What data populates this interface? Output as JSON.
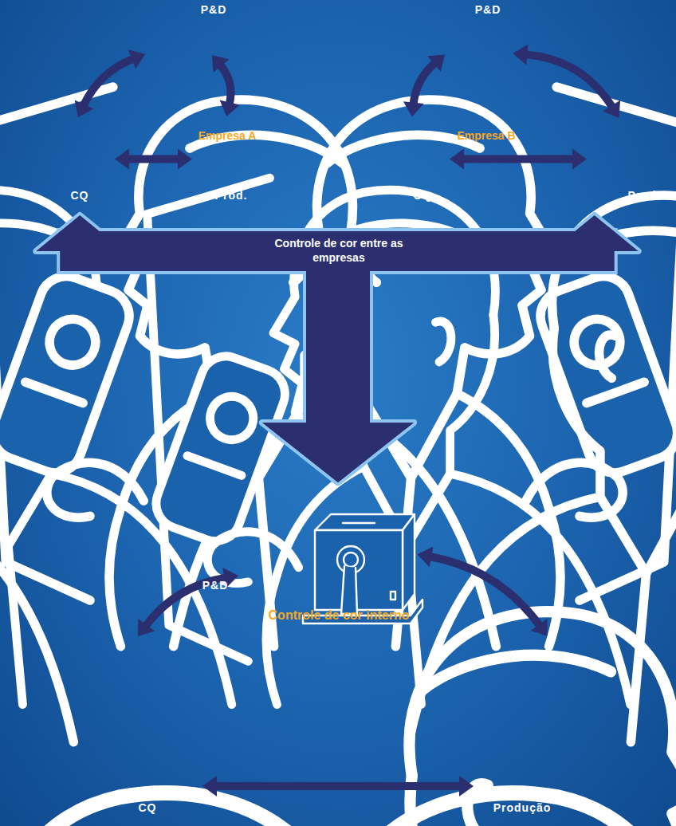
{
  "diagram": {
    "nodes": [
      {
        "text": [
          "Empresa A"
        ]
      },
      {
        "text": [
          "P&D"
        ],
        "in": 0
      },
      {
        "text": [
          "CQ"
        ],
        "in": 0
      },
      {
        "text": [
          "Prod."
        ],
        "in": 0
      },
      {
        "text": [
          "Empresa B"
        ]
      },
      {
        "text": [
          "P&D"
        ],
        "in": 4
      },
      {
        "text": [
          "CQ"
        ],
        "in": 4
      },
      {
        "text": [
          "Prod."
        ],
        "in": 4
      },
      {
        "text": [
          "Controle de cor interno"
        ]
      },
      {
        "text": [
          "P&D"
        ],
        "in": 8
      },
      {
        "text": [
          "CQ"
        ],
        "in": 8
      },
      {
        "text": [
          "Produção"
        ],
        "in": 8
      }
    ],
    "edges": [
      {
        "from": 1,
        "to": 2,
        "arrow": "both"
      },
      {
        "from": 1,
        "to": 3,
        "arrow": "both"
      },
      {
        "from": 2,
        "to": 3,
        "arrow": "both"
      },
      {
        "from": 5,
        "to": 6,
        "arrow": "both"
      },
      {
        "from": 5,
        "to": 7,
        "arrow": "both"
      },
      {
        "from": 6,
        "to": 7,
        "arrow": "both"
      },
      {
        "from": 0,
        "to": 8,
        "label": "Controle de cor entre as empresas",
        "arrow": "both"
      },
      {
        "from": 4,
        "to": 8,
        "arrow": "both"
      },
      {
        "from": 9,
        "to": 10,
        "arrow": "both"
      },
      {
        "from": 9,
        "to": 11,
        "arrow": "both"
      },
      {
        "from": 10,
        "to": 11,
        "arrow": "both"
      }
    ]
  }
}
